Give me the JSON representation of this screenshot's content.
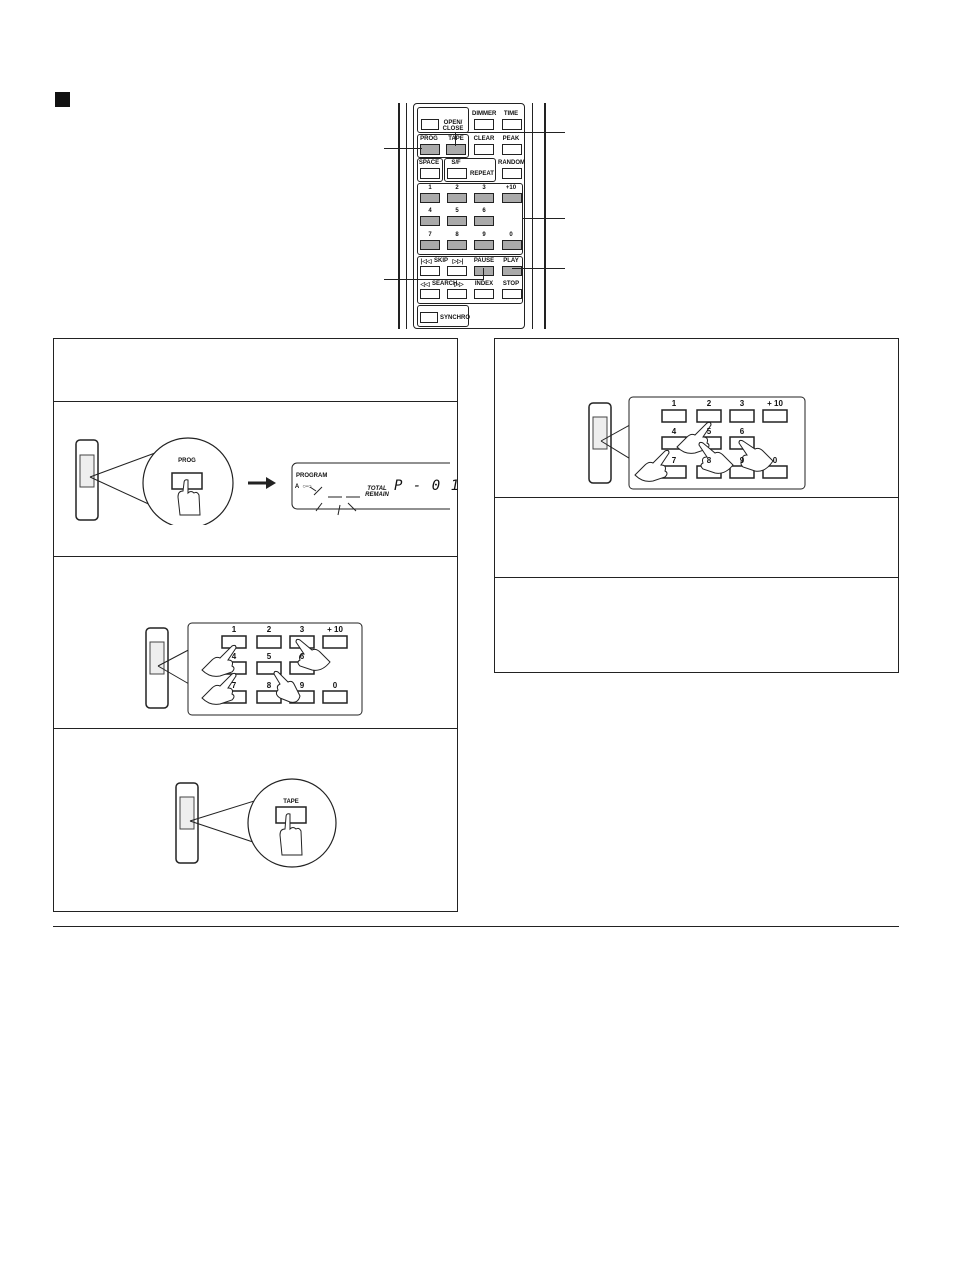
{
  "remote": {
    "keys": {
      "open_close": "OPEN/\nCLOSE",
      "dimmer": "DIMMER",
      "time": "TIME",
      "prog": "PROG",
      "tape": "TAPE",
      "clear": "CLEAR",
      "peak": "PEAK",
      "space": "SPACE",
      "sf": "S/F",
      "repeat": "REPEAT",
      "random": "RANDOM",
      "n1": "1",
      "n2": "2",
      "n3": "3",
      "n10": "+10",
      "n4": "4",
      "n5": "5",
      "n6": "6",
      "n7": "7",
      "n8": "8",
      "n9": "9",
      "n0": "0",
      "skip": "SKIP",
      "pause": "PAUSE",
      "play": "PLAY",
      "search": "SEARCH",
      "index": "INDEX",
      "stop": "STOP",
      "synchro": "SYNCHRO"
    }
  },
  "step1": {
    "key_label": "PROG",
    "display": {
      "program": "PROGRAM",
      "ab": "A",
      "total": "TOTAL",
      "remain": "REMAIN",
      "readout": "P - 0 1"
    }
  },
  "keypad": {
    "row1": [
      "1",
      "2",
      "3",
      "+ 10"
    ],
    "row2": [
      "4",
      "5",
      "6"
    ],
    "row3": [
      "7",
      "8",
      "9",
      "0"
    ]
  },
  "step3": {
    "key_label": "TAPE"
  }
}
